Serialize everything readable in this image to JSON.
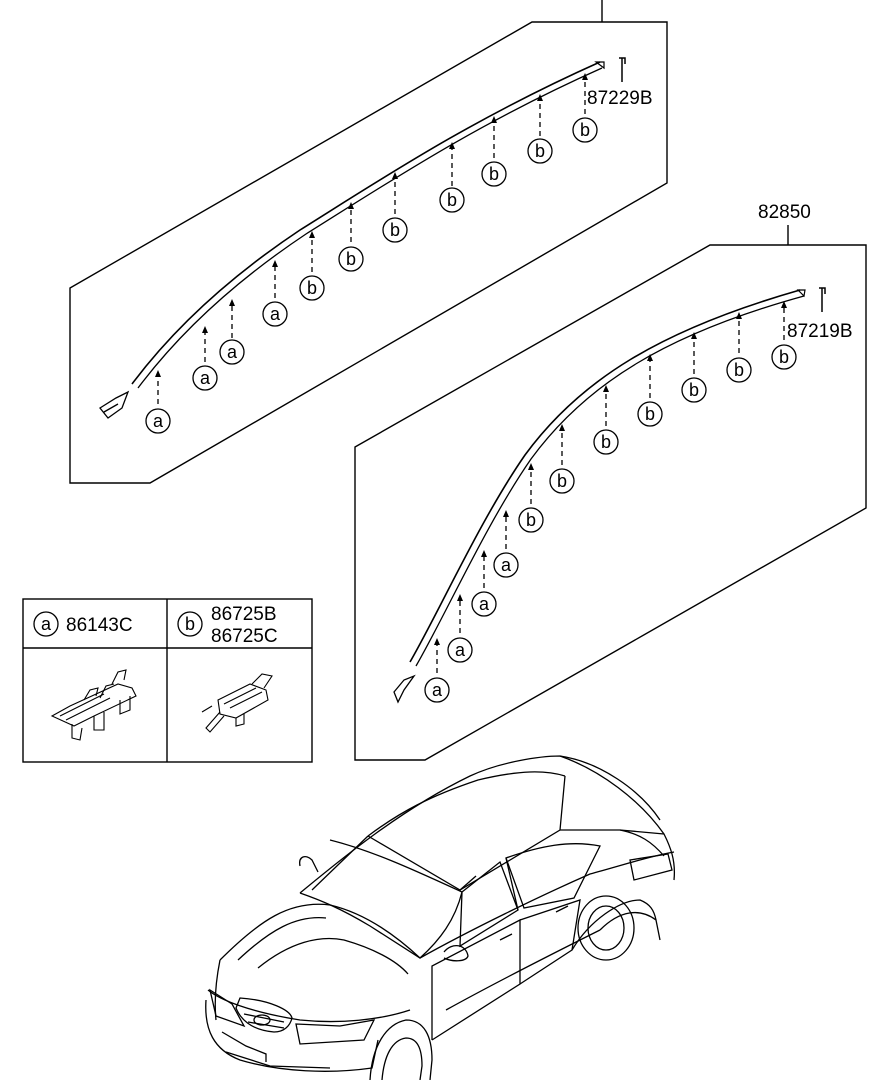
{
  "part_numbers": {
    "top_label": "87229B",
    "bottom_label": "87219B",
    "bottom_group": "82850",
    "clip_a": "86143C",
    "clip_b_1": "86725B",
    "clip_b_2": "86725C"
  },
  "clip_letters": {
    "a": "a",
    "b": "b"
  }
}
